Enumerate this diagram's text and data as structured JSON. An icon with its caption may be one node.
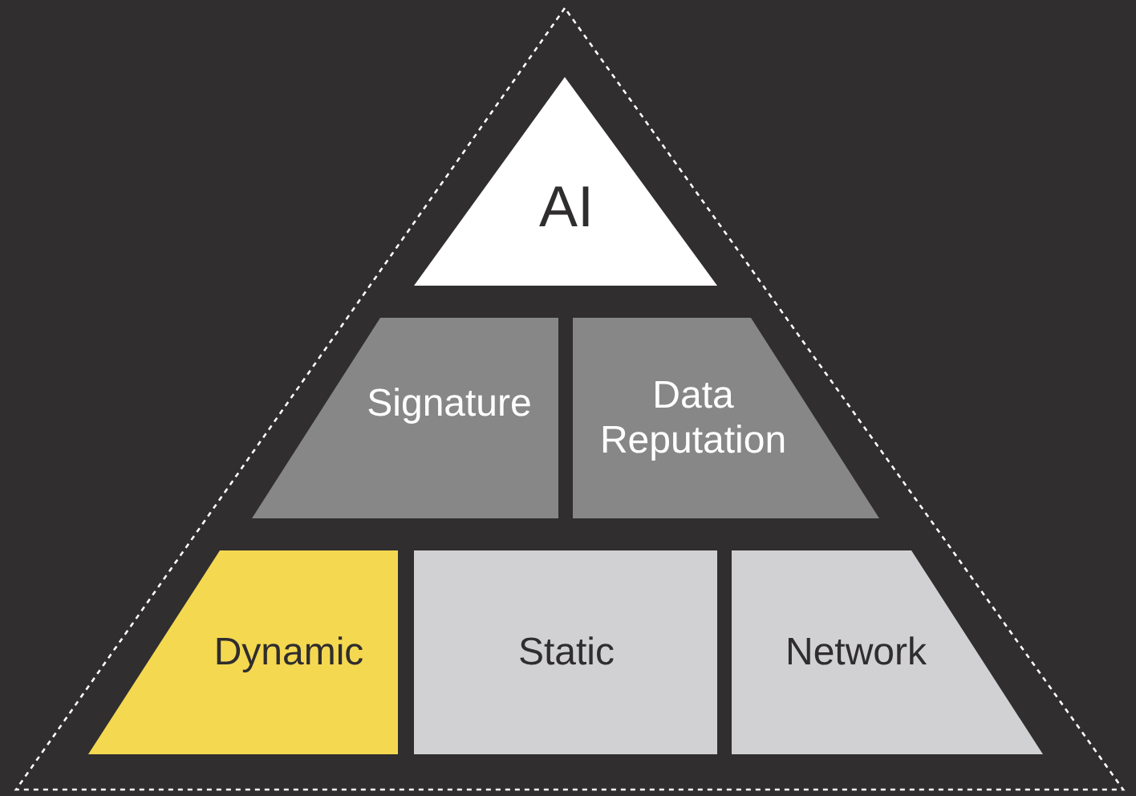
{
  "diagram": {
    "nodes": [
      {
        "text": [
          "AI"
        ]
      },
      {
        "text": [
          "Signature"
        ]
      },
      {
        "text": [
          "Data Reputation"
        ]
      },
      {
        "text": [
          "Dynamic"
        ]
      },
      {
        "text": [
          "Static"
        ]
      },
      {
        "text": [
          "Network"
        ]
      }
    ]
  }
}
